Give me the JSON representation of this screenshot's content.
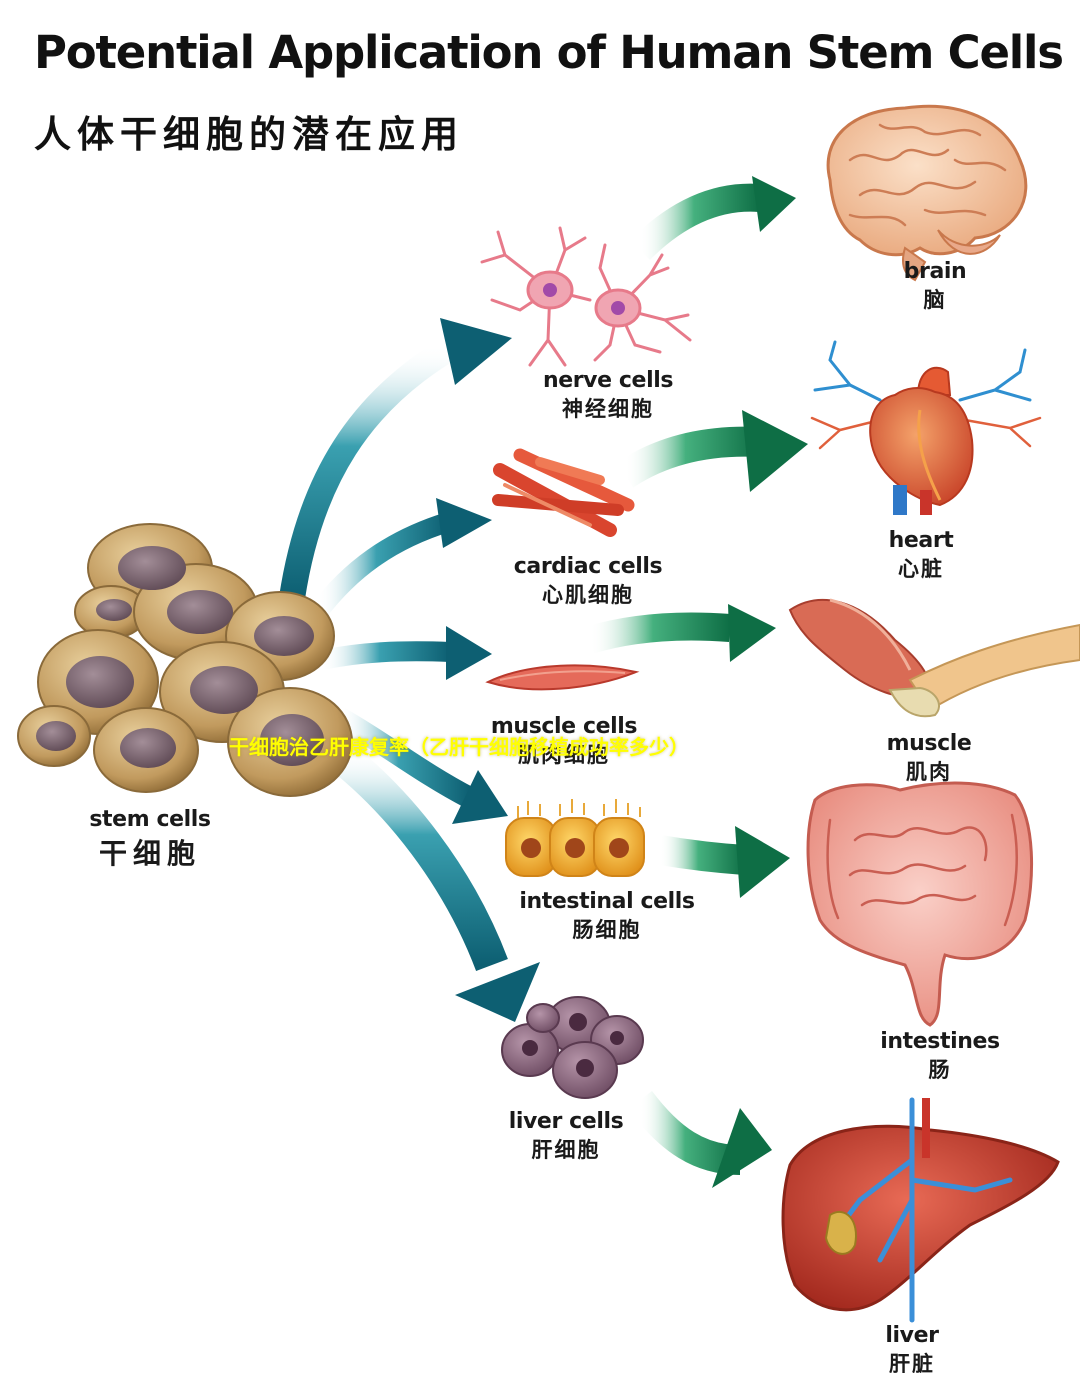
{
  "title": {
    "en": "Potential Application of Human Stem Cells",
    "zh": "人体干细胞的潜在应用"
  },
  "source": {
    "en": "stem cells",
    "zh": "干细胞"
  },
  "cells": [
    {
      "en": "nerve cells",
      "zh": "神经细胞"
    },
    {
      "en": "cardiac cells",
      "zh": "心肌细胞"
    },
    {
      "en": "muscle cells",
      "zh": "肌肉细胞"
    },
    {
      "en": "intestinal cells",
      "zh": "肠细胞"
    },
    {
      "en": "liver cells",
      "zh": "肝细胞"
    }
  ],
  "organs": [
    {
      "en": "brain",
      "zh": "脑"
    },
    {
      "en": "heart",
      "zh": "心脏"
    },
    {
      "en": "muscle",
      "zh": "肌肉"
    },
    {
      "en": "intestines",
      "zh": "肠"
    },
    {
      "en": "liver",
      "zh": "肝脏"
    }
  ],
  "overlay_text": "干细胞治乙肝康复率（乙肝干细胞移植成功率多少）",
  "colors": {
    "teal_arrow": "#0f6f82",
    "green_arrow": "#1a8a55",
    "stem_cell": "#b78d52",
    "nucleus": "#7d6570",
    "overlay": "#ffff00"
  }
}
